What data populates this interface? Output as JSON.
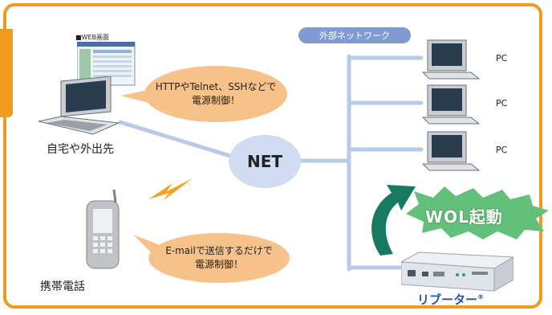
{
  "labels": {
    "home": "自宅や外出先",
    "mobile": "携帯電話",
    "web_screen": "■WEB画面",
    "external_network": "外部ネットワーク",
    "net": "NET"
  },
  "bubbles": {
    "telnet": "HTTPやTelnet、SSHなどで\n電源制御！",
    "email": "E-mailで送信するだけで\n電源制御！"
  },
  "pcs": [
    "PC",
    "PC",
    "PC"
  ],
  "wol": "WOL起動",
  "brand": "リブーター",
  "brand_mark": "®",
  "colors": {
    "frame": "#f09a1e",
    "bubble": "#f7c28a",
    "line": "#b7cbe8",
    "pill": "#7f9bd1",
    "burst": "#63c07a",
    "arrow": "#17795f",
    "brand": "#2456a8"
  }
}
